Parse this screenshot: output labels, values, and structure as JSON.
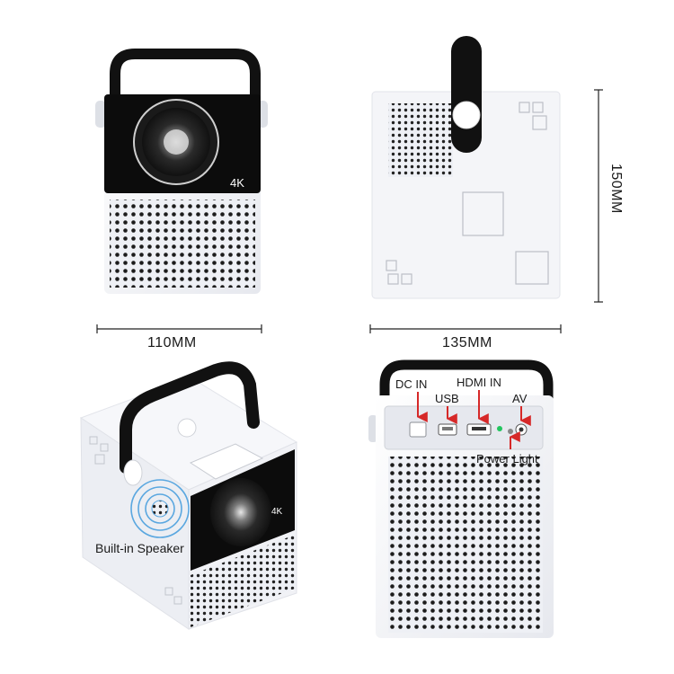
{
  "dimensions": {
    "width_front": "110MM",
    "width_side": "135MM",
    "height": "150MM"
  },
  "front_badge": "4K",
  "ports": {
    "dc_in": "DC IN",
    "usb": "USB",
    "hdmi_in": "HDMI IN",
    "av": "AV",
    "power_light": "Power Light"
  },
  "features": {
    "speaker": "Built-in Speaker"
  },
  "colors": {
    "body": "#f2f3f7",
    "panel": "#0c0c0c",
    "handle": "#111111",
    "arrow": "#d62828",
    "led": "#22c55e"
  }
}
